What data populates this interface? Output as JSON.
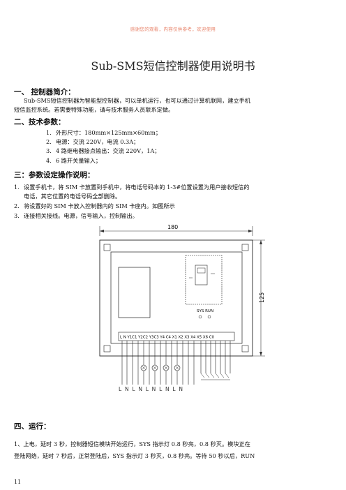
{
  "watermark": "感谢您的观看，内容仅供参考，欢迎使用",
  "title": "Sub-SMS短信控制器使用说明书",
  "section1": {
    "heading": "一、  控制器简介：",
    "line1": "Sub-SMS短信控制器为智能型控制器，可以单机运行，也可以通过计算机联网，建立手机",
    "line2": "短信监控系统。若需要特殊功能，请与技术服务人员联系定做。"
  },
  "section2": {
    "heading": "二、技术参数：",
    "items": [
      {
        "num": "1.",
        "text": "外形尺寸：180mm×125mm×60mm；"
      },
      {
        "num": "2.",
        "text": "电源：交流 220V，电流 0.3A；"
      },
      {
        "num": "3.",
        "text": "4 路继电器接点输出：交流 220V，1A；"
      },
      {
        "num": "4.",
        "text": "6 路开关量输入；"
      }
    ]
  },
  "section3": {
    "heading": "三：参数设定操作说明：",
    "items": [
      {
        "num": "1.",
        "text": "设置手机卡，将 SIM 卡放置到手机中，将电话号码本的 1-3#位置设置为用户接收短信的"
      },
      {
        "num": "",
        "text": "电话，其它位置的电话号码全部删除。"
      },
      {
        "num": "2.",
        "text": "将设置好的 SIM 卡放入控制器内的 SIM 卡座内。如图所示"
      },
      {
        "num": "3.",
        "text": "连接相关接线。电源，信号输入，控制输出。"
      }
    ]
  },
  "diagram": {
    "width_label": "180",
    "height_label": "125",
    "status_label": "SYS  RUN",
    "terminal_label": "L  N  Y1C1 Y2C2 Y3C3 Y4 C4 X1 X2 X3 X4 X5 X6 C0",
    "bottom_label": "L N L N L N L N L N",
    "icon_color": "#333333"
  },
  "section4": {
    "heading": "四、运行：",
    "line1": "1、上电，延时 3 秒，控制器短信模块开始运行，SYS 指示灯 0.8 秒亮，0.8 秒灭。模块正在",
    "line2": "登陆网络，延时 7 秒后，正常登陆后，SYS 指示灯 3 秒灭，0.8 秒亮。等待 50 秒以后，RUN"
  },
  "page_number": "11"
}
